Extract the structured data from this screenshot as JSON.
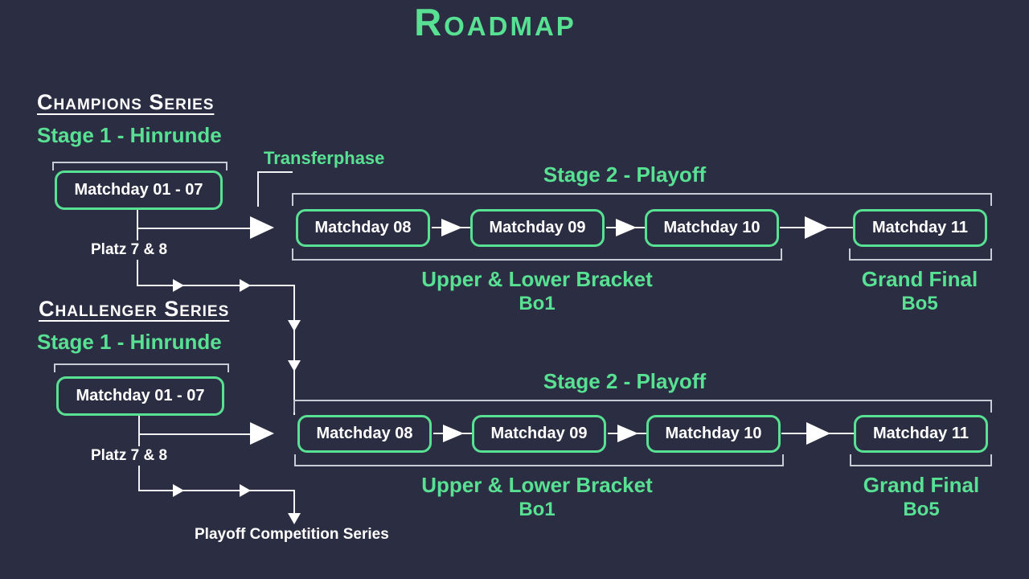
{
  "colors": {
    "background": "#2b2e42",
    "accent_green": "#58e193",
    "text_white": "#ffffff",
    "bracket_line": "#c9ccd4"
  },
  "title": "Roadmap",
  "champions": {
    "heading": "Champions Series",
    "stage1_label": "Stage 1 - Hinrunde",
    "stage1_matchdays": "Matchday 01 - 07",
    "transfer_label": "Transferphase",
    "relegation_label": "Platz 7 & 8",
    "stage2": {
      "label": "Stage 2 - Playoff",
      "matchdays": [
        "Matchday 08",
        "Matchday 09",
        "Matchday 10",
        "Matchday 11"
      ],
      "bracket_label": "Upper & Lower Bracket",
      "bracket_mode": "Bo1",
      "final_label": "Grand Final",
      "final_mode": "Bo5"
    }
  },
  "challenger": {
    "heading": "Challenger Series",
    "stage1_label": "Stage 1 - Hinrunde",
    "stage1_matchdays": "Matchday 01 - 07",
    "relegation_label": "Platz 7 & 8",
    "relegation_target": "Playoff Competition Series",
    "stage2": {
      "label": "Stage 2 - Playoff",
      "matchdays": [
        "Matchday 08",
        "Matchday 09",
        "Matchday 10",
        "Matchday 11"
      ],
      "bracket_label": "Upper & Lower Bracket",
      "bracket_mode": "Bo1",
      "final_label": "Grand Final",
      "final_mode": "Bo5"
    }
  }
}
